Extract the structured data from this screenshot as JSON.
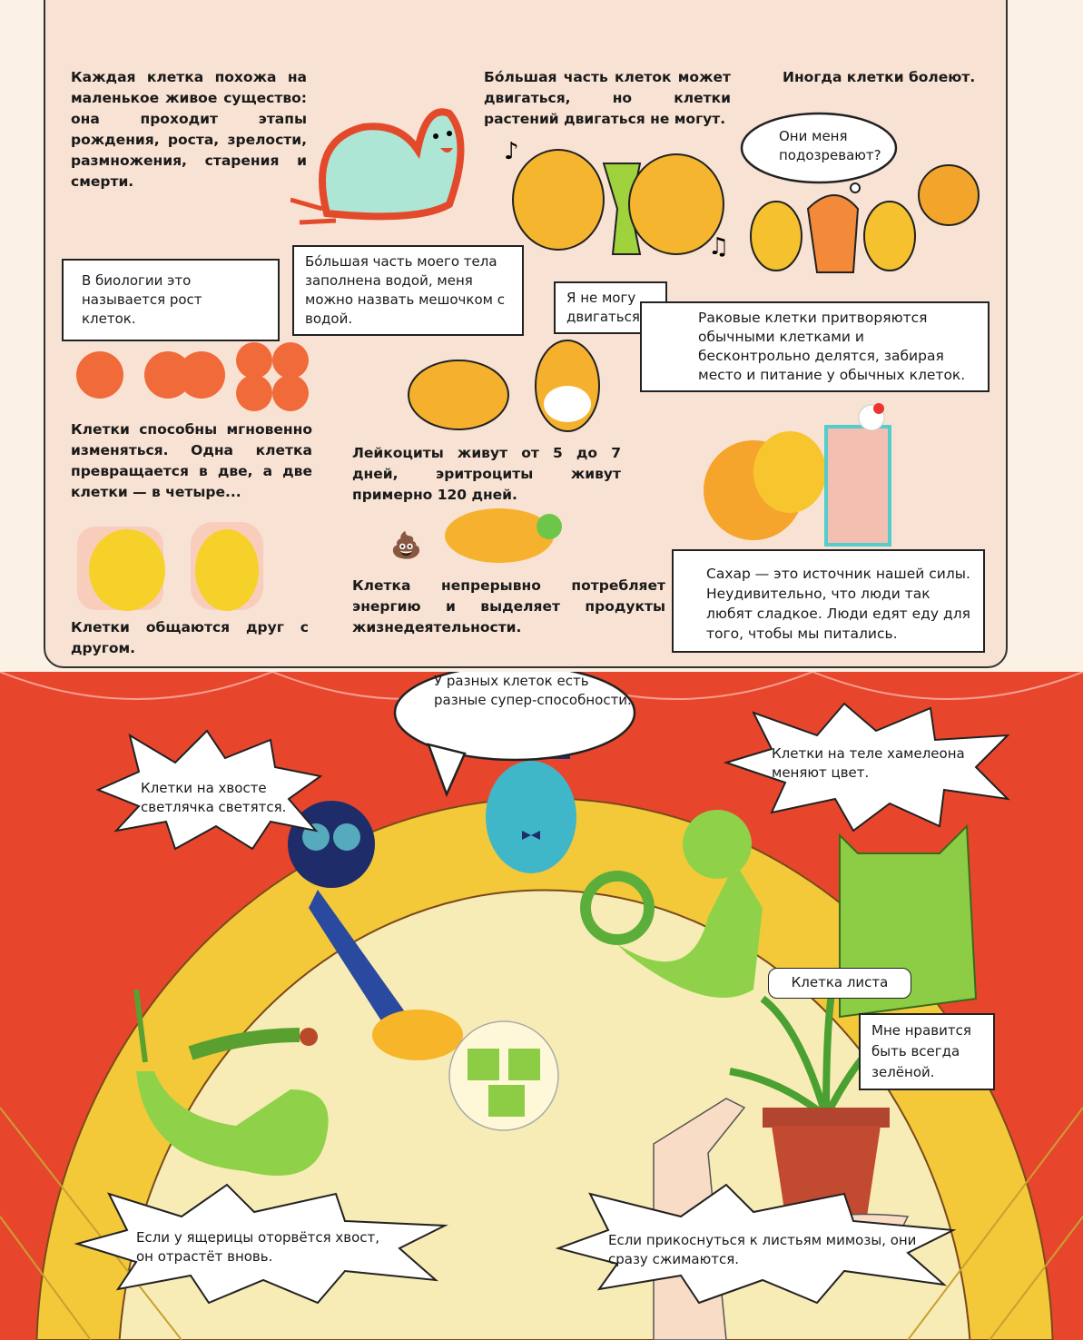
{
  "top": {
    "intro": "Каждая клетка похожа на маленькое живое существо: она проходит этапы рождения, роста, зрелости, размножения, старения и смерти.",
    "movement": "Бóльшая часть клеток может двигаться, но клетки растений двигаться не могут.",
    "sick": "Иногда клетки болеют.",
    "water_bubble": "Бóльшая часть моего тела заполнена водой, меня можно назвать мешочком с водой.",
    "growth_bubble": "В биологии это называется рост клеток.",
    "cant_move_bubble": "Я не могу двигаться!",
    "suspect_thought": "Они меня подозревают?",
    "cancer_bubble": "Раковые клетки притворяются обычными клетками и бесконтрольно делятся, забирая место и питание у обычных клеток.",
    "division": "Клетки способны мгновенно изменяться. Одна клетка превращается в две, а две клетки — в четыре...",
    "lifespan": "Лейкоциты живут от 5 до 7 дней, эритроциты живут примерно 120 дней.",
    "communicate": "Клетки общаются друг с другом.",
    "energy": "Клетка непрерывно потребляет энергию и выделяет продукты жизнедеятельности.",
    "sugar_bubble": "Сахар — это источник нашей силы. Неудивительно, что люди так любят сладкое. Люди едят еду для того, чтобы мы питались."
  },
  "stage": {
    "superpowers": "У разных клеток есть разные супер-способности.",
    "firefly": "Клетки на хвосте светлячка светятся.",
    "chameleon": "Клетки на теле хамелеона меняют цвет.",
    "leaf_label": "Клетка листа",
    "leaf_bubble": "Мне нравится быть всегда зелёной.",
    "lizard": "Если у ящерицы оторвётся хвост, он отрастёт вновь.",
    "mimosa": "Если прикоснуться к листьям мимозы, они сразу сжимаются."
  },
  "colors": {
    "curtain": "#e8462c",
    "arch": "#f3c93a",
    "floor": "#f8ecb6",
    "panel": "#f8e2d3"
  }
}
